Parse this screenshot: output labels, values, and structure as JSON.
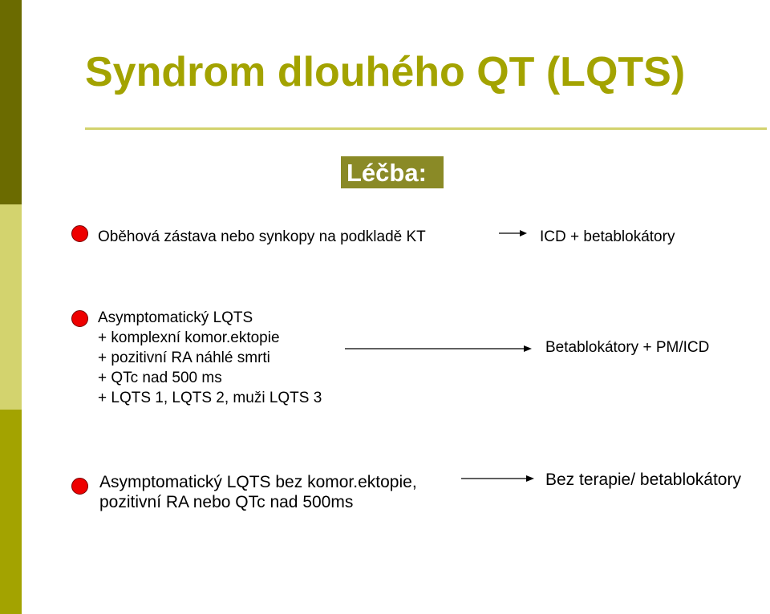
{
  "slide": {
    "title": "Syndrom dlouhého QT (LQTS)",
    "section_label": "Léčba:"
  },
  "rows": [
    {
      "condition_lines": [
        "Oběhová zástava nebo synkopy na podkladě KT"
      ],
      "treatment": "ICD + betablokátory"
    },
    {
      "condition_lines": [
        "Asymptomatický LQTS",
        "+ komplexní komor.ektopie",
        "+ pozitivní RA náhlé smrti",
        "+ QTc nad 500 ms",
        "+ LQTS 1, LQTS 2, muži LQTS 3"
      ],
      "treatment": "Betablokátory + PM/ICD"
    },
    {
      "condition_lines": [
        "Asymptomatický LQTS bez komor.ektopie,",
        "pozitivní RA nebo QTc nad 500ms"
      ],
      "treatment": "Bez terapie/ betablokátory"
    }
  ],
  "colors": {
    "accent": "#a3a300",
    "band_dark": "#6b6b00",
    "band_light": "#d3d36e",
    "label_box": "#8a8a26",
    "bullet": "#ee0000"
  }
}
